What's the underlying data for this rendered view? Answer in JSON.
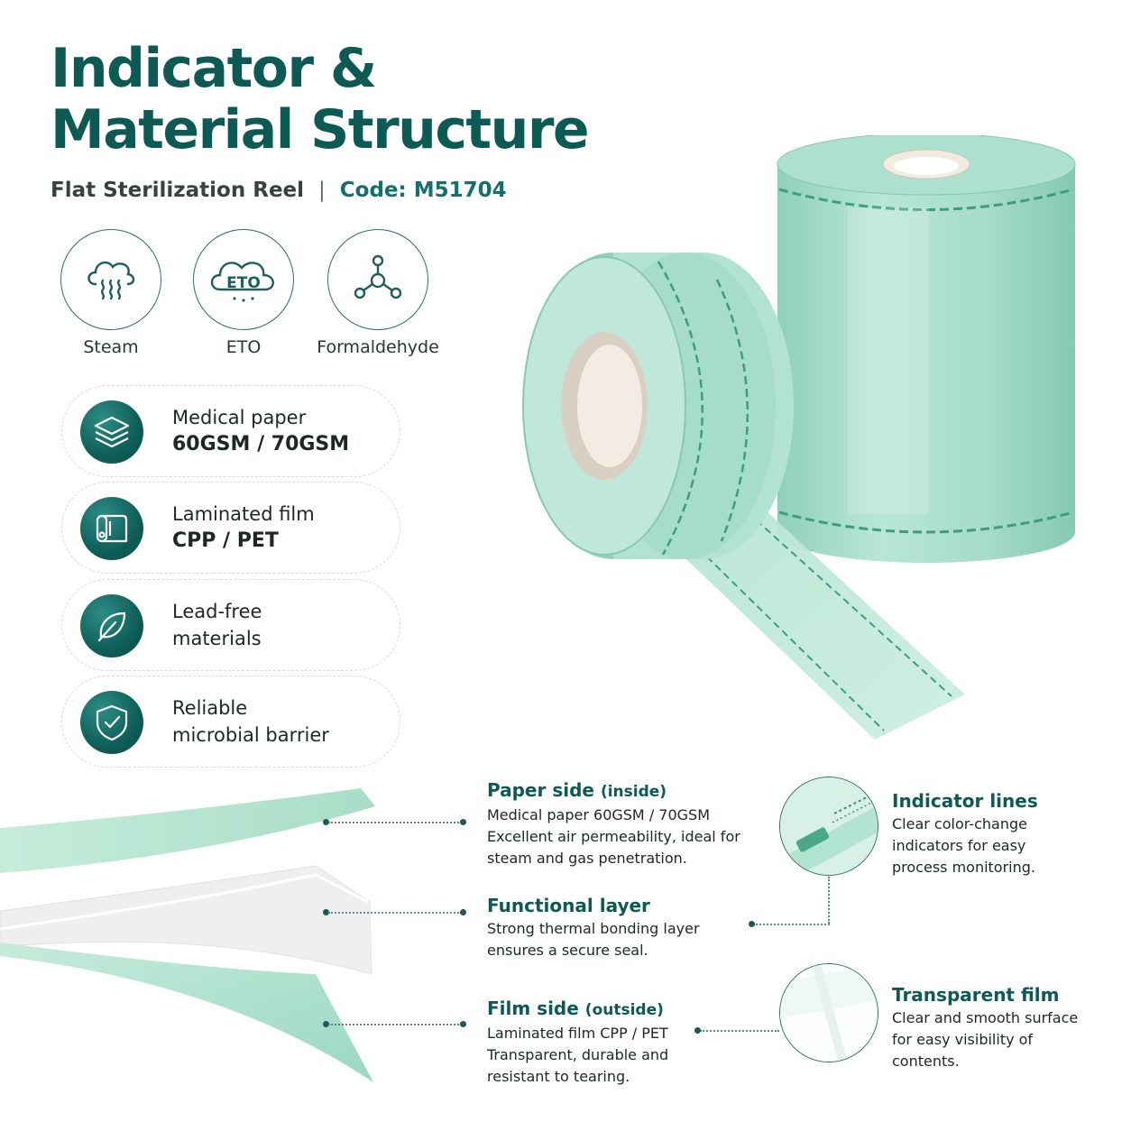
{
  "header": {
    "title_line1": "Indicator &",
    "title_line2": "Material Structure",
    "product": "Flat Sterilization Reel",
    "separator": "|",
    "code": "Code: M51704"
  },
  "methods": [
    {
      "label": "Steam",
      "icon": "steam-cloud-icon"
    },
    {
      "label": "ETO",
      "icon": "eto-cloud-icon",
      "badge_text": "ETO"
    },
    {
      "label": "Formaldehyde",
      "icon": "molecule-icon"
    }
  ],
  "features": [
    {
      "line1": "Medical paper",
      "line2": "60GSM / 70GSM",
      "line2_bold": true,
      "icon": "layers-icon"
    },
    {
      "line1": "Laminated film",
      "line2": "CPP / PET",
      "line2_bold": true,
      "icon": "film-roll-icon"
    },
    {
      "line1": "Lead-free",
      "line2": "materials",
      "line2_bold": false,
      "icon": "leaf-icon"
    },
    {
      "line1": "Reliable",
      "line2": "microbial barrier",
      "line2_bold": false,
      "icon": "shield-check-icon"
    }
  ],
  "layers": {
    "paper": {
      "title": "Paper side",
      "note": "(inside)",
      "lines": [
        "Medical paper 60GSM / 70GSM",
        "Excellent air permeability, ideal for",
        "steam and gas penetration."
      ]
    },
    "functional": {
      "title": "Functional layer",
      "lines": [
        "Strong thermal bonding layer",
        "ensures a secure seal."
      ]
    },
    "film": {
      "title": "Film side",
      "note": "(outside)",
      "lines": [
        "Laminated film CPP / PET",
        "Transparent, durable and",
        "resistant to tearing."
      ]
    }
  },
  "callouts": {
    "indicator": {
      "title": "Indicator lines",
      "lines": [
        "Clear color-change",
        "indicators for easy",
        "process monitoring."
      ]
    },
    "transparent": {
      "title": "Transparent film",
      "lines": [
        "Clear and smooth surface",
        "for easy visibility of",
        "contents."
      ]
    }
  },
  "colors": {
    "brand_teal": "#0d5a55",
    "reel_green": "#9ed9c6",
    "paper_white": "#f4f4f4"
  }
}
